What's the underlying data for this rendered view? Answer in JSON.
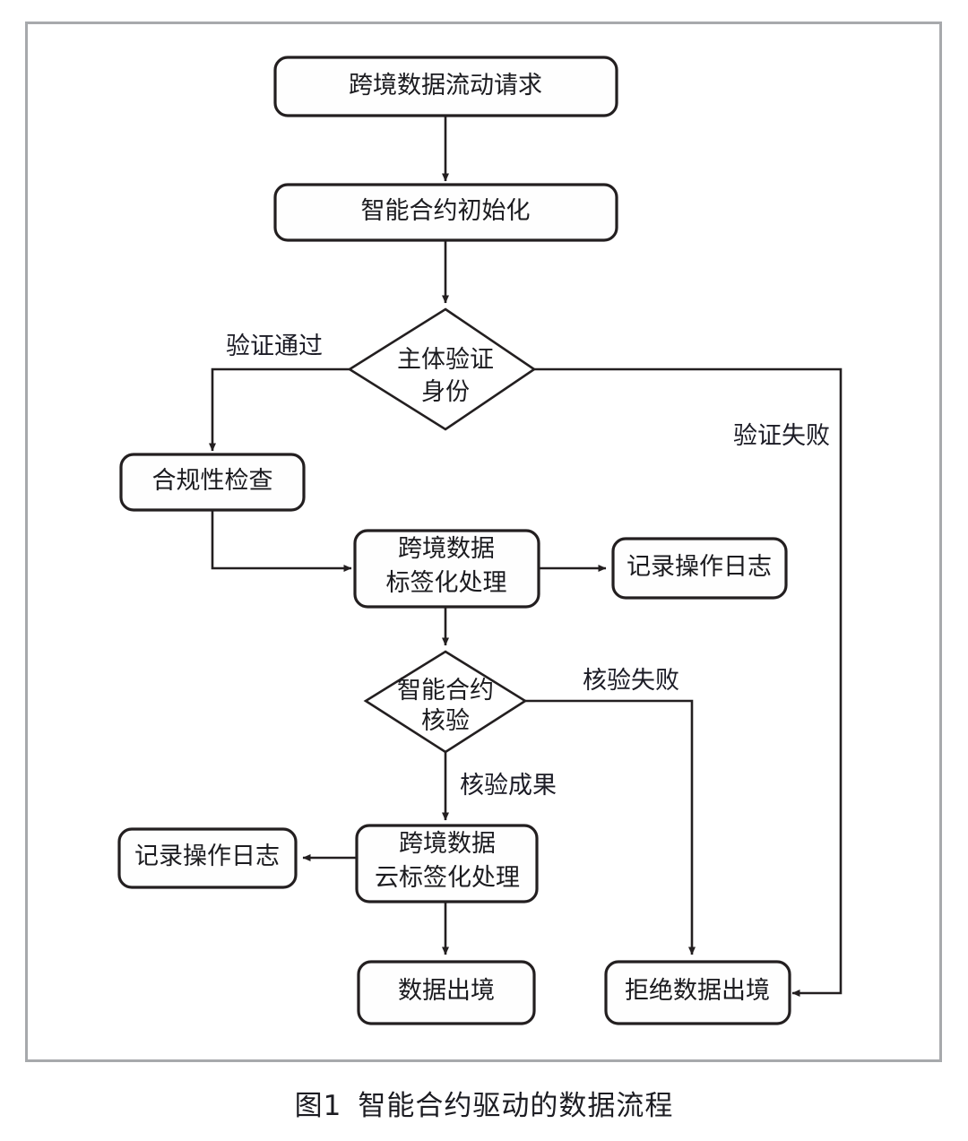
{
  "figure": {
    "caption_number": "图1",
    "caption_title": "智能合约驱动的数据流程",
    "frame_color": "#a7a9ac",
    "line_color": "#231f20",
    "background": "#ffffff"
  },
  "diagram": {
    "type": "flowchart",
    "title": "智能合约驱动的数据流程",
    "nodes": [
      {
        "id": "request",
        "shape": "rounded-rect",
        "lines": [
          "跨境数据流动请求"
        ]
      },
      {
        "id": "init",
        "shape": "rounded-rect",
        "lines": [
          "智能合约初始化"
        ]
      },
      {
        "id": "identity",
        "shape": "diamond",
        "lines": [
          "主体验证",
          "身份"
        ]
      },
      {
        "id": "compliance",
        "shape": "rounded-rect",
        "lines": [
          "合规性检查"
        ]
      },
      {
        "id": "tagging",
        "shape": "rounded-rect",
        "lines": [
          "跨境数据",
          "标签化处理"
        ]
      },
      {
        "id": "log-top",
        "shape": "rounded-rect",
        "lines": [
          "记录操作日志"
        ]
      },
      {
        "id": "verify",
        "shape": "diamond",
        "lines": [
          "智能合约",
          "核验"
        ]
      },
      {
        "id": "cloud-tagging",
        "shape": "rounded-rect",
        "lines": [
          "跨境数据",
          "云标签化处理"
        ]
      },
      {
        "id": "log-bottom",
        "shape": "rounded-rect",
        "lines": [
          "记录操作日志"
        ]
      },
      {
        "id": "export",
        "shape": "rounded-rect",
        "lines": [
          "数据出境"
        ]
      },
      {
        "id": "reject",
        "shape": "rounded-rect",
        "lines": [
          "拒绝数据出境"
        ]
      }
    ],
    "edges": [
      {
        "from": "request",
        "to": "init",
        "label": ""
      },
      {
        "from": "init",
        "to": "identity",
        "label": ""
      },
      {
        "from": "identity",
        "to": "compliance",
        "label": "验证通过"
      },
      {
        "from": "identity",
        "to": "reject",
        "label": "验证失败"
      },
      {
        "from": "compliance",
        "to": "tagging",
        "label": ""
      },
      {
        "from": "tagging",
        "to": "log-top",
        "label": ""
      },
      {
        "from": "tagging",
        "to": "verify",
        "label": ""
      },
      {
        "from": "verify",
        "to": "cloud-tagging",
        "label": "核验成果"
      },
      {
        "from": "verify",
        "to": "reject",
        "label": "核验失败"
      },
      {
        "from": "cloud-tagging",
        "to": "log-bottom",
        "label": ""
      },
      {
        "from": "cloud-tagging",
        "to": "export",
        "label": ""
      }
    ],
    "labels": {
      "request_l1": "跨境数据流动请求",
      "init_l1": "智能合约初始化",
      "identity_l1": "主体验证",
      "identity_l2": "身份",
      "compliance_l1": "合规性检查",
      "tagging_l1": "跨境数据",
      "tagging_l2": "标签化处理",
      "log_top_l1": "记录操作日志",
      "verify_l1": "智能合约",
      "verify_l2": "核验",
      "cloud_tagging_l1": "跨境数据",
      "cloud_tagging_l2": "云标签化处理",
      "log_bottom_l1": "记录操作日志",
      "export_l1": "数据出境",
      "reject_l1": "拒绝数据出境",
      "edge_pass": "验证通过",
      "edge_fail": "验证失败",
      "edge_verify_fail": "核验失败",
      "edge_verify_ok": "核验成果"
    }
  }
}
